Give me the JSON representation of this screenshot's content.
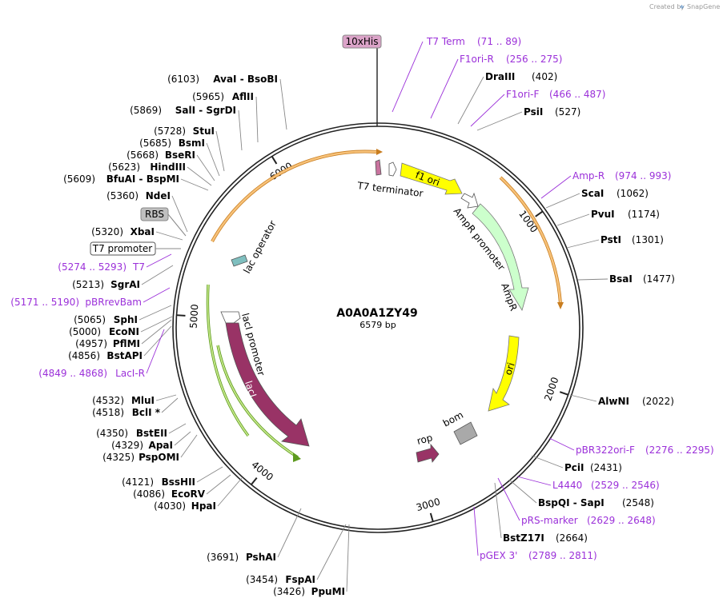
{
  "credit": {
    "created_by": "Created by",
    "brand": "SnapGene"
  },
  "plasmid": {
    "name": "A0A0A1ZY49",
    "size": "6579 bp"
  },
  "colors": {
    "primer": "#9b30d9",
    "backbone": "#222222",
    "orange_arrow": "#f2a641",
    "f1_ori": "#ffff00",
    "ampr": "#ccffcc",
    "laci": "#993366",
    "lac_promoter_green": "#c6e88a",
    "bom": "#a9a9a9",
    "rop": "#993366",
    "tag_box": "#dba3c8"
  },
  "scale": {
    "ticks": [
      {
        "label": "1000",
        "bp": 1000
      },
      {
        "label": "2000",
        "bp": 2000
      },
      {
        "label": "3000",
        "bp": 3000
      },
      {
        "label": "4000",
        "bp": 4000
      },
      {
        "label": "5000",
        "bp": 5000
      },
      {
        "label": "6000",
        "bp": 6000
      }
    ]
  },
  "features": {
    "his_tag": "10xHis",
    "rbs": "RBS",
    "t7_promoter": "T7 promoter",
    "t7_terminator": "T7 terminator",
    "f1_ori": "f1 ori",
    "ampr_promoter": "AmpR promoter",
    "ampr": "AmpR",
    "ori": "ori",
    "rop": "rop",
    "bom": "bom",
    "laci_promoter": "lacI promoter",
    "laci": "lacI",
    "lac_operator": "lac operator"
  },
  "right_labels": [
    {
      "id": "t7term",
      "kind": "primer",
      "name": "T7 Term",
      "pos": "(71 .. 89)"
    },
    {
      "id": "f1orir",
      "kind": "primer",
      "name": "F1ori-R",
      "pos": "(256 .. 275)"
    },
    {
      "id": "draiii",
      "kind": "enzyme",
      "name": "DraIII",
      "pos": "(402)"
    },
    {
      "id": "f1orif",
      "kind": "primer",
      "name": "F1ori-F",
      "pos": "(466 .. 487)"
    },
    {
      "id": "psii",
      "kind": "enzyme",
      "name": "PsiI",
      "pos": "(527)"
    },
    {
      "id": "ampr_primer",
      "kind": "primer",
      "name": "Amp-R",
      "pos": "(974 .. 993)"
    },
    {
      "id": "scai",
      "kind": "enzyme",
      "name": "ScaI",
      "pos": "(1062)"
    },
    {
      "id": "pvui",
      "kind": "enzyme",
      "name": "PvuI",
      "pos": "(1174)"
    },
    {
      "id": "psti",
      "kind": "enzyme",
      "name": "PstI",
      "pos": "(1301)"
    },
    {
      "id": "bsai",
      "kind": "enzyme",
      "name": "BsaI",
      "pos": "(1477)"
    },
    {
      "id": "alwni",
      "kind": "enzyme",
      "name": "AlwNI",
      "pos": "(2022)"
    },
    {
      "id": "pbr322",
      "kind": "primer",
      "name": "pBR322ori-F",
      "pos": "(2276 .. 2295)"
    },
    {
      "id": "pcii",
      "kind": "enzyme",
      "name": "PciI",
      "pos": "(2431)"
    },
    {
      "id": "l4440",
      "kind": "primer",
      "name": "L4440",
      "pos": "(2529 .. 2546)"
    },
    {
      "id": "bspqi",
      "kind": "enzyme",
      "name": "BspQI - SapI",
      "pos": "(2548)"
    },
    {
      "id": "prsmarker",
      "kind": "primer",
      "name": "pRS-marker",
      "pos": "(2629 .. 2648)"
    },
    {
      "id": "bstz17i",
      "kind": "enzyme",
      "name": "BstZ17I",
      "pos": "(2664)"
    },
    {
      "id": "pgex3",
      "kind": "primer",
      "name": "pGEX 3'",
      "pos": "(2789 .. 2811)"
    }
  ],
  "left_labels": [
    {
      "id": "avai",
      "kind": "enzyme",
      "name": "AvaI - BsoBI",
      "pos": "(6103)"
    },
    {
      "id": "aflii",
      "kind": "enzyme",
      "name": "AflII",
      "pos": "(5965)"
    },
    {
      "id": "sali",
      "kind": "enzyme",
      "name": "SalI - SgrDI",
      "pos": "(5869)"
    },
    {
      "id": "stui",
      "kind": "enzyme",
      "name": "StuI",
      "pos": "(5728)"
    },
    {
      "id": "bsmi",
      "kind": "enzyme",
      "name": "BsmI",
      "pos": "(5685)"
    },
    {
      "id": "bseri",
      "kind": "enzyme",
      "name": "BseRI",
      "pos": "(5668)"
    },
    {
      "id": "hindiii",
      "kind": "enzyme",
      "name": "HindIII",
      "pos": "(5623)"
    },
    {
      "id": "bfuai",
      "kind": "enzyme",
      "name": "BfuAI - BspMI",
      "pos": "(5609)"
    },
    {
      "id": "ndei",
      "kind": "enzyme",
      "name": "NdeI",
      "pos": "(5360)"
    },
    {
      "id": "xbai",
      "kind": "enzyme",
      "name": "XbaI",
      "pos": "(5320)"
    },
    {
      "id": "t7",
      "kind": "primer",
      "name": "T7",
      "pos": "(5274 .. 5293)"
    },
    {
      "id": "sgrai",
      "kind": "enzyme",
      "name": "SgrAI",
      "pos": "(5213)"
    },
    {
      "id": "pbrrevbam",
      "kind": "primer",
      "name": "pBRrevBam",
      "pos": "(5171 .. 5190)"
    },
    {
      "id": "sphi",
      "kind": "enzyme",
      "name": "SphI",
      "pos": "(5065)"
    },
    {
      "id": "econi",
      "kind": "enzyme",
      "name": "EcoNI",
      "pos": "(5000)"
    },
    {
      "id": "pflmi",
      "kind": "enzyme",
      "name": "PflMI",
      "pos": "(4957)"
    },
    {
      "id": "bstapi",
      "kind": "enzyme",
      "name": "BstAPI",
      "pos": "(4856)"
    },
    {
      "id": "lacir",
      "kind": "primer",
      "name": "LacI-R",
      "pos": "(4849 .. 4868)"
    },
    {
      "id": "mlui",
      "kind": "enzyme",
      "name": "MluI",
      "pos": "(4532)"
    },
    {
      "id": "bcli",
      "kind": "enzyme",
      "name": "BclI *",
      "pos": "(4518)"
    },
    {
      "id": "bsteii",
      "kind": "enzyme",
      "name": "BstEII",
      "pos": "(4350)"
    },
    {
      "id": "apai",
      "kind": "enzyme",
      "name": "ApaI",
      "pos": "(4329)"
    },
    {
      "id": "pspomi",
      "kind": "enzyme",
      "name": "PspOMI",
      "pos": "(4325)"
    },
    {
      "id": "bsshii",
      "kind": "enzyme",
      "name": "BssHII",
      "pos": "(4121)"
    },
    {
      "id": "ecorv",
      "kind": "enzyme",
      "name": "EcoRV",
      "pos": "(4086)"
    },
    {
      "id": "hpai",
      "kind": "enzyme",
      "name": "HpaI",
      "pos": "(4030)"
    },
    {
      "id": "pshai",
      "kind": "enzyme",
      "name": "PshAI",
      "pos": "(3691)"
    },
    {
      "id": "fspai",
      "kind": "enzyme",
      "name": "FspAI",
      "pos": "(3454)"
    },
    {
      "id": "ppumi",
      "kind": "enzyme",
      "name": "PpuMI",
      "pos": "(3426)"
    }
  ]
}
